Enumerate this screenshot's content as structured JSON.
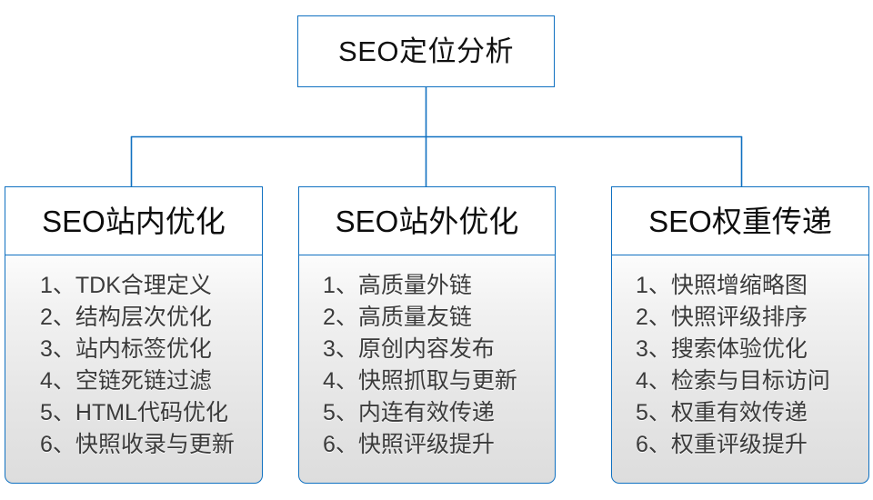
{
  "diagram": {
    "title": "SEO定位分析",
    "accent_color": "#1071c1",
    "text_color": "#3b3b3b",
    "heading_color": "#101010",
    "branches": [
      {
        "header": "SEO站内优化",
        "items": [
          "1、TDK合理定义",
          "2、结构层次优化",
          "3、站内标签优化",
          "4、空链死链过滤",
          "5、HTML代码优化",
          "6、快照收录与更新"
        ]
      },
      {
        "header": "SEO站外优化",
        "items": [
          "1、高质量外链",
          "2、高质量友链",
          "3、原创内容发布",
          "4、快照抓取与更新",
          "5、内连有效传递",
          "6、快照评级提升"
        ]
      },
      {
        "header": "SEO权重传递",
        "items": [
          "1、快照增缩略图",
          "2、快照评级排序",
          "3、搜索体验优化",
          "4、检索与目标访问",
          "5、权重有效传递",
          "6、权重评级提升"
        ]
      }
    ]
  }
}
